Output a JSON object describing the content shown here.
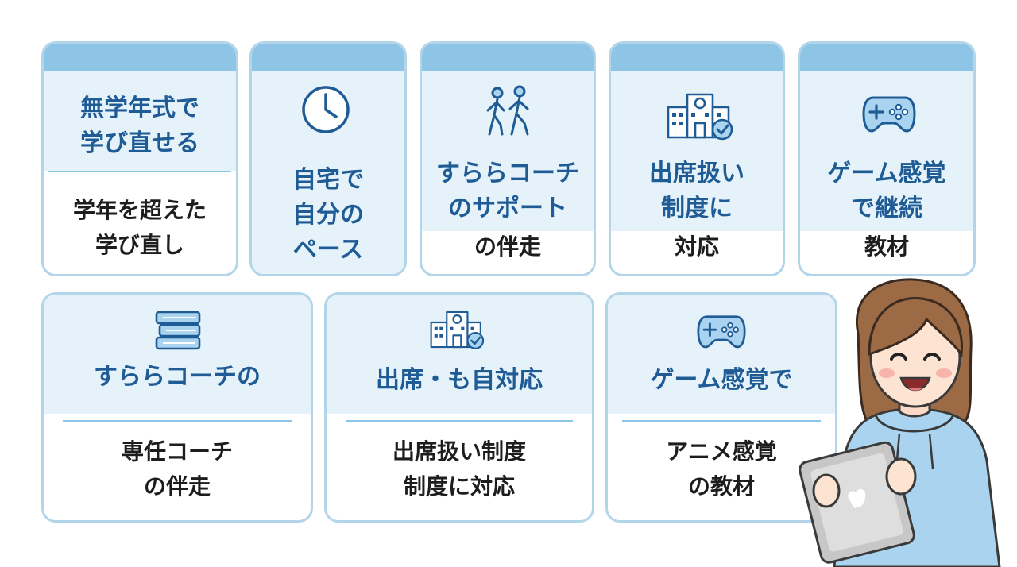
{
  "row1": [
    {
      "head": [
        "無学年式で",
        "学び直せる"
      ],
      "body": [
        "学年を超えた",
        "学び直し"
      ],
      "icon": null
    },
    {
      "head": [
        "自宅で",
        "自分の",
        "ペース"
      ],
      "body": [],
      "icon": "clock-icon"
    },
    {
      "head": [
        "すららコーチ",
        "のサポート"
      ],
      "body": [
        "の伴走"
      ],
      "icon": "walking-people-icon"
    },
    {
      "head": [
        "出席扱い",
        "制度に"
      ],
      "body": [
        "対応"
      ],
      "icon": "school-building-check-icon"
    },
    {
      "head": [
        "ゲーム感覚",
        "で継続"
      ],
      "body": [
        "教材"
      ],
      "icon": "game-controller-icon"
    }
  ],
  "row2": [
    {
      "head": "すららコーチの",
      "body": [
        "専任コーチ",
        "の伴走"
      ],
      "icon": "books-stack-icon"
    },
    {
      "head": "出席・も自対応",
      "body": [
        "出席扱い制度",
        "制度に対応"
      ],
      "icon": "school-building-check-icon"
    },
    {
      "head": "ゲーム感覚で",
      "body": [
        "アニメ感覚",
        "の教材"
      ],
      "icon": "game-controller-icon"
    }
  ],
  "character": "girl-with-tablet-illustration",
  "colors": {
    "accent_blue": "#1f5c96",
    "tab_blue": "#8ec4e6",
    "border_blue": "#b3d5ea",
    "zone_blue": "#e6f2fa",
    "hoodie_blue": "#a9d3ee"
  }
}
